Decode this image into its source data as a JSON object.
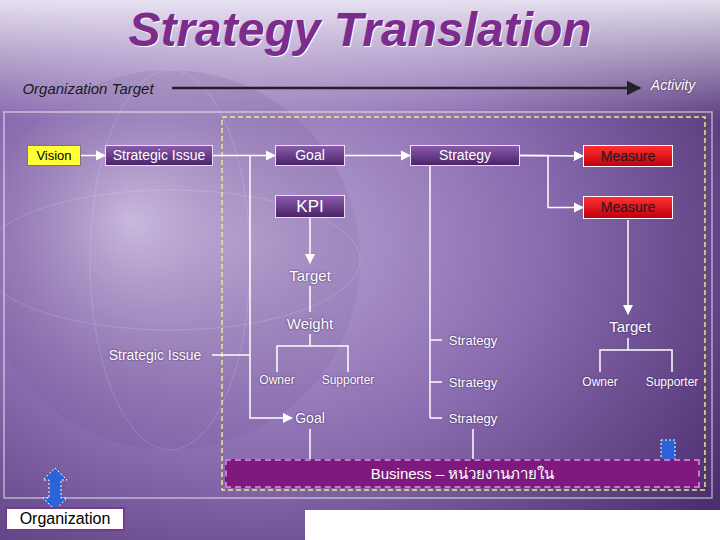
{
  "diagram": {
    "title": "Strategy Translation",
    "nodes": [
      {
        "text": [
          "Vision"
        ]
      },
      {
        "text": [
          "Strategic Issue"
        ]
      },
      {
        "text": [
          "Goal"
        ]
      },
      {
        "text": [
          "Strategy"
        ]
      },
      {
        "text": [
          "Measure"
        ]
      },
      {
        "text": [
          "KPI"
        ]
      },
      {
        "text": [
          "Measure"
        ]
      },
      {
        "text": [
          "Business – หน่วยงานภายใน"
        ]
      },
      {
        "text": [
          "Organization"
        ]
      }
    ],
    "edges": [
      {
        "from": 0,
        "to": 1,
        "arrow": "to"
      },
      {
        "from": 1,
        "to": 2,
        "arrow": "to"
      },
      {
        "from": 2,
        "to": 3,
        "arrow": "to"
      },
      {
        "from": 3,
        "to": 4,
        "arrow": "to"
      },
      {
        "from": 3,
        "to": 6,
        "arrow": "to"
      }
    ],
    "labels": [
      "Organization Target",
      "Activity",
      "Target",
      "Weight",
      "Strategy",
      "Target",
      "Strategic Issue",
      "Owner",
      "Supporter",
      "Strategy",
      "Owner",
      "Supporter",
      "Goal",
      "Strategy"
    ]
  }
}
